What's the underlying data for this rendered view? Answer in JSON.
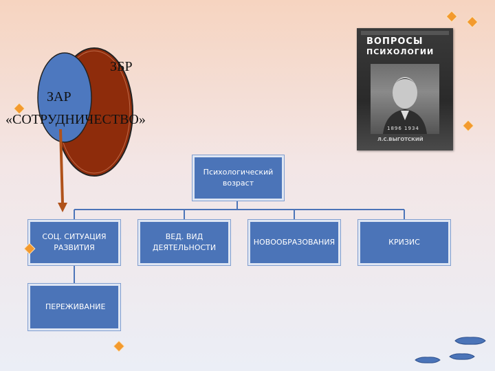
{
  "ellipses": {
    "back_label": "ЗБР",
    "front_label": "ЗАР"
  },
  "caption": "«СОТРУДНИЧЕСТВО»",
  "book": {
    "line1": "ВОПРОСЫ",
    "line2": "ПСИХОЛОГИИ",
    "years": "1896 1934",
    "author": "Л.С.ВЫГОТСКИЙ"
  },
  "nodes": {
    "root": "Психологический возраст",
    "child1": "СОЦ. СИТУАЦИЯ РАЗВИТИЯ",
    "child2": "ВЕД. ВИД ДЕЯТЕЛЬНОСТИ",
    "child3": "НОВООБРАЗОВАНИЯ",
    "child4": "КРИЗИС",
    "sub1": "ПЕРЕЖИВАНИЕ"
  },
  "colors": {
    "box_fill": "#4b74b8",
    "connector": "#4b74b8",
    "ellipse_back": "#8e2c0b",
    "ellipse_front": "#4d78bf",
    "arrow": "#b0521a",
    "accent_diamond": "#f39a2e"
  }
}
